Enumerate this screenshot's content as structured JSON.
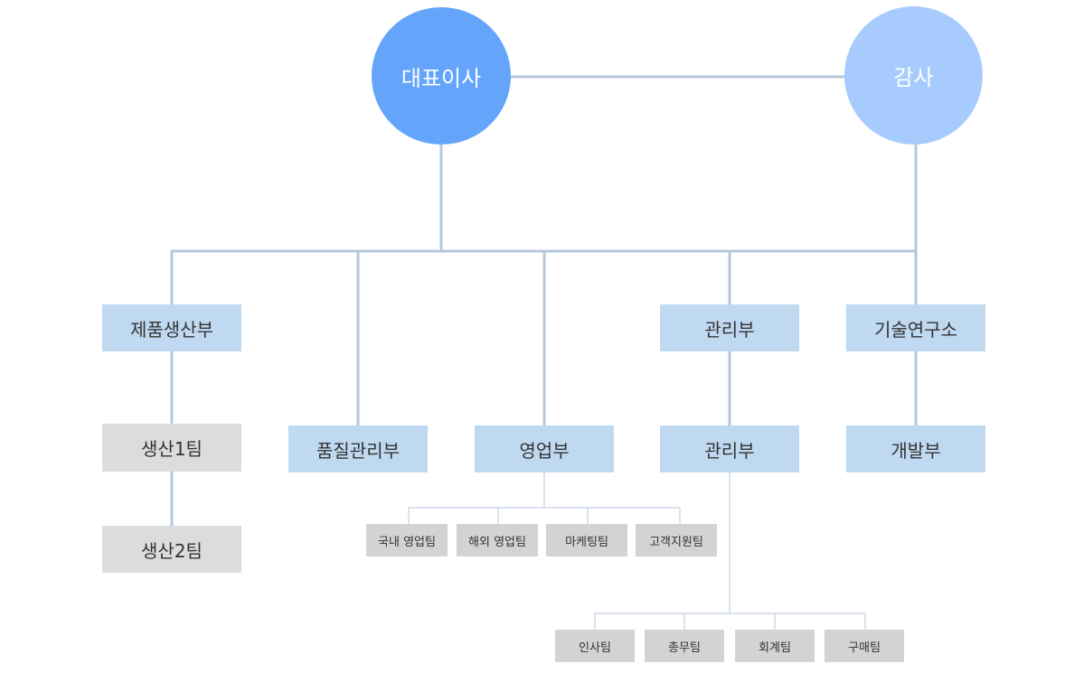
{
  "top": {
    "ceo": "대표이사",
    "auditor": "감사"
  },
  "departments": {
    "production": "제품생산부",
    "quality": "품질관리부",
    "sales": "영업부",
    "management_upper": "관리부",
    "management_lower": "관리부",
    "rnd": "기술연구소",
    "development": "개발부"
  },
  "production_teams": [
    "생산1팀",
    "생산2팀"
  ],
  "sales_teams": [
    "국내 영업팀",
    "해외 영업팀",
    "마케팅팀",
    "고객지원팀"
  ],
  "management_teams": [
    "인사팀",
    "총무팀",
    "회계팀",
    "구매팀"
  ],
  "colors": {
    "ceo_circle": "#64a5fb",
    "auditor_circle": "#a8cbfd",
    "dept_box": "#bfd9f0",
    "team_box": "#dcdcdc",
    "connector": "#b6c7dc"
  }
}
